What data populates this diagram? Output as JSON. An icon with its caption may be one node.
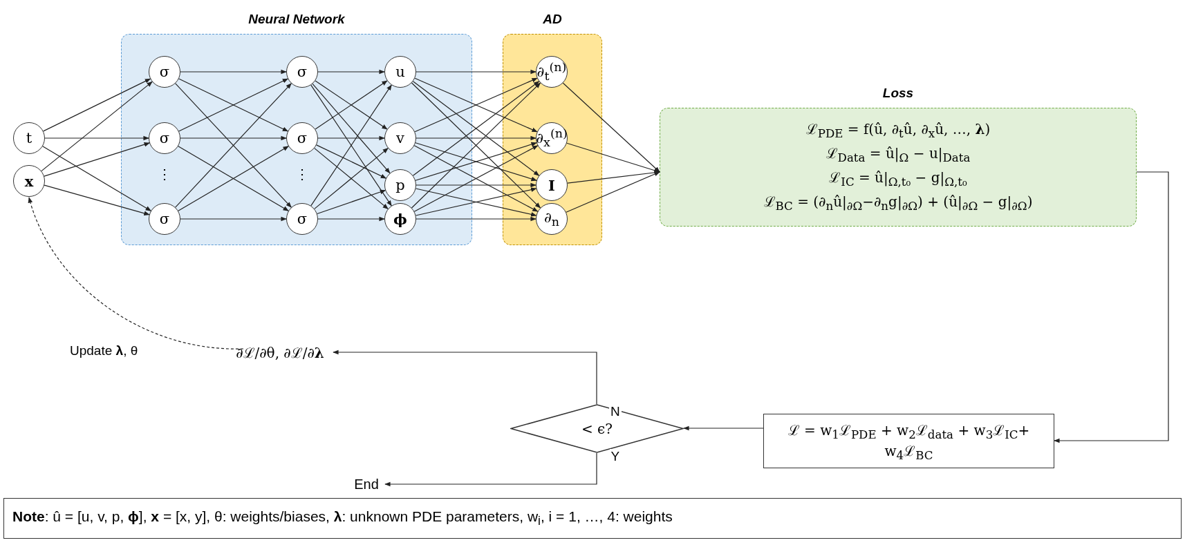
{
  "diagram": {
    "nodes": [
      {
        "text": [
          "t"
        ]
      },
      {
        "text": [
          "**x**"
        ]
      },
      {
        "text": [
          "Neural Network"
        ]
      },
      {
        "text": [
          "σ"
        ],
        "in": 2
      },
      {
        "text": [
          "σ"
        ],
        "in": 2
      },
      {
        "text": [
          "σ"
        ],
        "in": 2
      },
      {
        "text": [
          "σ"
        ],
        "in": 2
      },
      {
        "text": [
          "σ"
        ],
        "in": 2
      },
      {
        "text": [
          "σ"
        ],
        "in": 2
      },
      {
        "text": [
          "u"
        ],
        "in": 2
      },
      {
        "text": [
          "v"
        ],
        "in": 2
      },
      {
        "text": [
          "p"
        ],
        "in": 2
      },
      {
        "text": [
          "**ϕ**"
        ],
        "in": 2
      },
      {
        "text": [
          "AD"
        ]
      },
      {
        "text": [
          "∂$_{t}$$^{(n)}$"
        ],
        "in": 13
      },
      {
        "text": [
          "∂$_{x}$$^{(n)}$"
        ],
        "in": 13
      },
      {
        "text": [
          "**I**"
        ],
        "in": 13
      },
      {
        "text": [
          "∂$_{n}$"
        ],
        "in": 13
      },
      {
        "text": [
          "Loss",
          "ℒ$_{PDE}$ = f(û, ∂$_{t}$û, ∂$_{x}$û, …, **λ**)",
          "ℒ$_{Data}$ = û|$_{Ω}$ − u|$_{Data}$",
          "ℒ$_{IC}$ = û|$_{Ω,t₀}$ − g|$_{Ω,t₀}$",
          "ℒ$_{BC}$ = (∂$_{n}$û|$_{∂Ω}$−∂$_{n}$g|$_{∂Ω}$) + (û|$_{∂Ω}$ − g|$_{∂Ω}$)"
        ]
      },
      {
        "text": [
          "ℒ = w$_{1}$ℒ$_{PDE}$ + w$_{2}$ℒ$_{data}$ + w$_{3}$ℒ$_{IC}$+ w$_{4}$ℒ$_{BC}$"
        ]
      },
      {
        "text": [
          "< ϵ?"
        ]
      },
      {
        "text": [
          "∂ℒ/∂θ, ∂ℒ/∂**λ**"
        ]
      },
      {
        "text": [
          "End"
        ]
      },
      {
        "text": [
          "**Note**: û = [u, v, p, **ϕ**], **x** = [x, y], θ: weights/biases, **λ**: unknown PDE parameters, w$_{i}$, i = 1, …, 4: weights"
        ]
      }
    ],
    "edges": [
      {
        "from": 0,
        "to": 3,
        "arrow": "to"
      },
      {
        "from": 0,
        "to": 4,
        "arrow": "to"
      },
      {
        "from": 0,
        "to": 5,
        "arrow": "to"
      },
      {
        "from": 1,
        "to": 3,
        "arrow": "to"
      },
      {
        "from": 1,
        "to": 4,
        "arrow": "to"
      },
      {
        "from": 1,
        "to": 5,
        "arrow": "to"
      },
      {
        "from": 3,
        "to": 6,
        "arrow": "to"
      },
      {
        "from": 3,
        "to": 7,
        "arrow": "to"
      },
      {
        "from": 3,
        "to": 8,
        "arrow": "to"
      },
      {
        "from": 4,
        "to": 6,
        "arrow": "to"
      },
      {
        "from": 4,
        "to": 7,
        "arrow": "to"
      },
      {
        "from": 4,
        "to": 8,
        "arrow": "to"
      },
      {
        "from": 5,
        "to": 6,
        "arrow": "to"
      },
      {
        "from": 5,
        "to": 7,
        "arrow": "to"
      },
      {
        "from": 5,
        "to": 8,
        "arrow": "to"
      },
      {
        "from": 6,
        "to": 9,
        "arrow": "to"
      },
      {
        "from": 6,
        "to": 10,
        "arrow": "to"
      },
      {
        "from": 6,
        "to": 11,
        "arrow": "to"
      },
      {
        "from": 6,
        "to": 12,
        "arrow": "to"
      },
      {
        "from": 7,
        "to": 9,
        "arrow": "to"
      },
      {
        "from": 7,
        "to": 10,
        "arrow": "to"
      },
      {
        "from": 7,
        "to": 11,
        "arrow": "to"
      },
      {
        "from": 7,
        "to": 12,
        "arrow": "to"
      },
      {
        "from": 8,
        "to": 9,
        "arrow": "to"
      },
      {
        "from": 8,
        "to": 10,
        "arrow": "to"
      },
      {
        "from": 8,
        "to": 11,
        "arrow": "to"
      },
      {
        "from": 8,
        "to": 12,
        "arrow": "to"
      },
      {
        "from": 9,
        "to": 14,
        "arrow": "to"
      },
      {
        "from": 9,
        "to": 15,
        "arrow": "to"
      },
      {
        "from": 9,
        "to": 16,
        "arrow": "to"
      },
      {
        "from": 9,
        "to": 17,
        "arrow": "to"
      },
      {
        "from": 10,
        "to": 14,
        "arrow": "to"
      },
      {
        "from": 10,
        "to": 15,
        "arrow": "to"
      },
      {
        "from": 10,
        "to": 16,
        "arrow": "to"
      },
      {
        "from": 10,
        "to": 17,
        "arrow": "to"
      },
      {
        "from": 11,
        "to": 14,
        "arrow": "to"
      },
      {
        "from": 11,
        "to": 15,
        "arrow": "to"
      },
      {
        "from": 11,
        "to": 16,
        "arrow": "to"
      },
      {
        "from": 11,
        "to": 17,
        "arrow": "to"
      },
      {
        "from": 12,
        "to": 14,
        "arrow": "to"
      },
      {
        "from": 12,
        "to": 15,
        "arrow": "to"
      },
      {
        "from": 12,
        "to": 16,
        "arrow": "to"
      },
      {
        "from": 12,
        "to": 17,
        "arrow": "to"
      },
      {
        "from": 14,
        "to": 18,
        "arrow": "to"
      },
      {
        "from": 15,
        "to": 18,
        "arrow": "to"
      },
      {
        "from": 16,
        "to": 18,
        "arrow": "to"
      },
      {
        "from": 17,
        "to": 18,
        "arrow": "to"
      },
      {
        "from": 18,
        "to": 19,
        "arrow": "to"
      },
      {
        "from": 19,
        "to": 20,
        "arrow": "to"
      },
      {
        "from": 20,
        "to": 21,
        "arrow": "to",
        "label": "N"
      },
      {
        "from": 20,
        "to": 22,
        "arrow": "to",
        "label": "Y"
      },
      {
        "from": 21,
        "to": 1,
        "arrow": "to",
        "label": "Update **λ**, θ",
        "style": "dashed"
      }
    ],
    "labels": [
      "⋮",
      "⋮"
    ]
  }
}
